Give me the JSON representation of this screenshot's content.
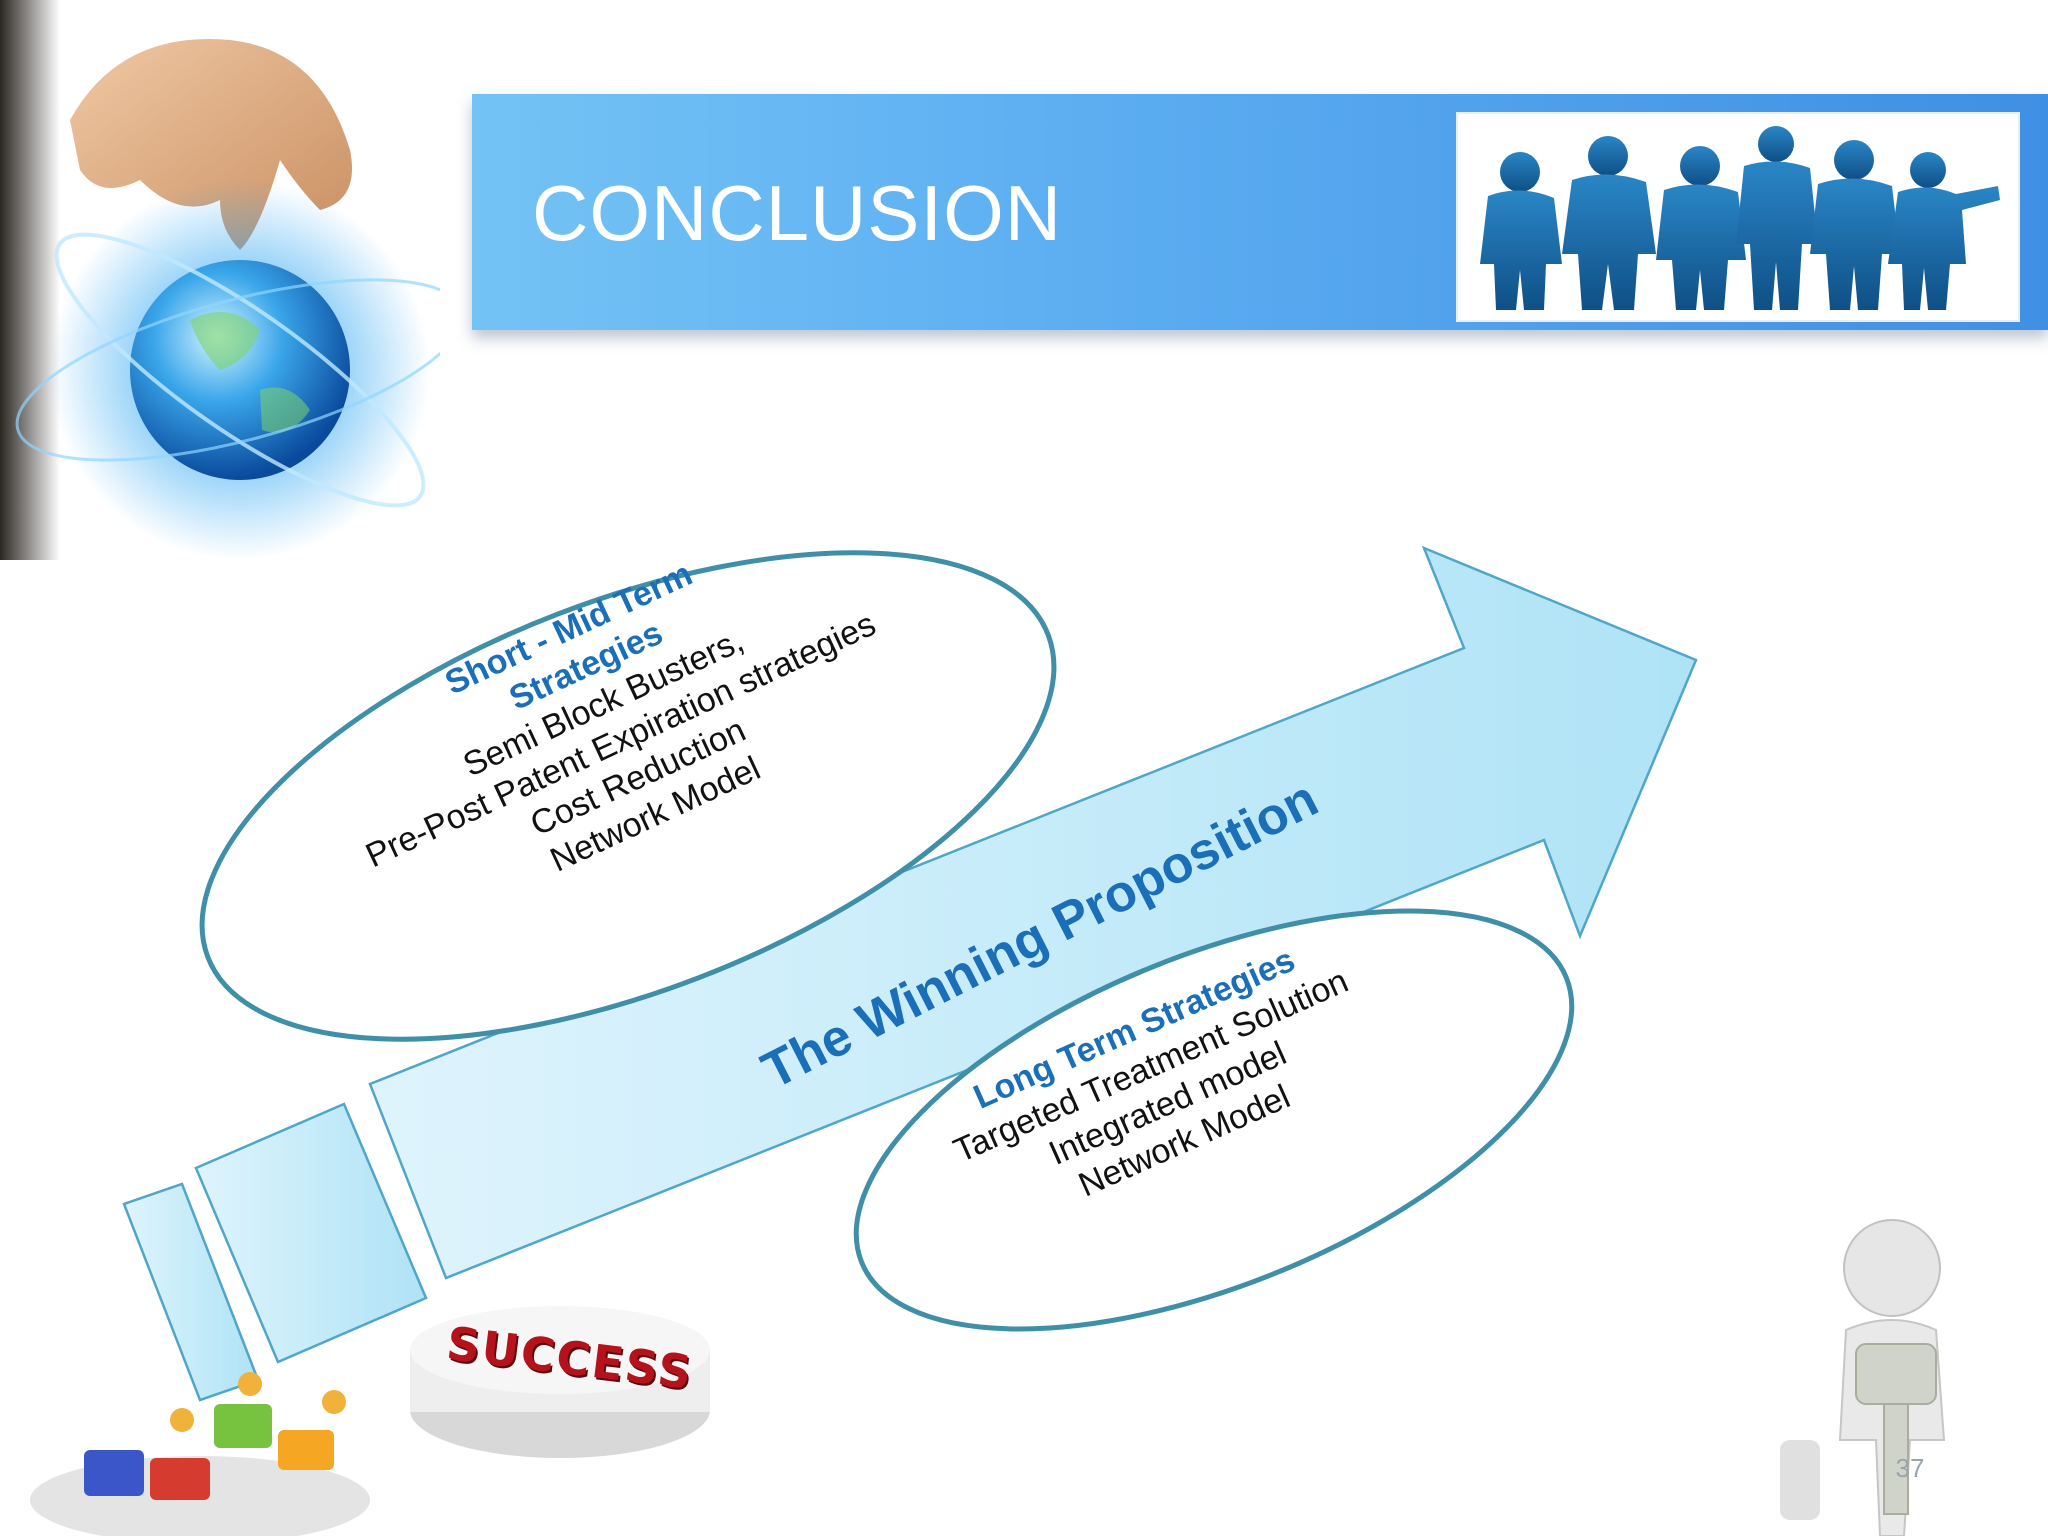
{
  "slide": {
    "title": "CONCLUSION",
    "page_number": "37"
  },
  "short_mid_term": {
    "heading_line1": "Short - Mid Term",
    "heading_line2": "Strategies",
    "items": [
      "Semi Block Busters,",
      "Pre-Post Patent Expiration strategies",
      "Cost Reduction",
      "Network Model"
    ]
  },
  "arrow": {
    "label": "The Winning Proposition"
  },
  "long_term": {
    "heading": "Long Term Strategies",
    "items": [
      "Targeted Treatment Solution",
      "Integrated model",
      "Network Model"
    ]
  },
  "success_sign": {
    "text": "SUCCESS"
  },
  "colors": {
    "header_gradient_start": "#74c3f5",
    "header_gradient_end": "#3f8fe4",
    "heading_blue": "#1a6fb8",
    "arrow_fill": "#c8ecfa",
    "ellipse_stroke": "#3f8fa8",
    "success_red": "#b5121b"
  },
  "icons": {
    "globe": "globe-in-hand-icon",
    "team": "business-team-silhouette-icon",
    "puzzle": "puzzle-people-icon",
    "figure": "stick-figure-with-key-icon"
  }
}
